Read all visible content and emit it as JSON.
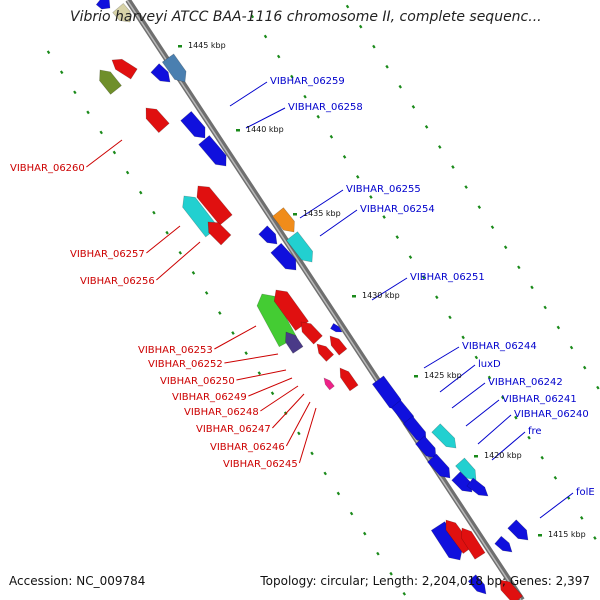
{
  "title": "Vibrio harveyi ATCC BAA-1116 chromosome II, complete sequenc...",
  "footer": {
    "accession": "Accession: NC_009784",
    "summary": "Topology: circular; Length: 2,204,018 bp; Genes: 2,397"
  },
  "colors": {
    "label_forward": "#0000cc",
    "label_reverse": "#cc0000",
    "backbone": "#8a8a8a",
    "ticks": "#1a8a1a"
  },
  "kbp_markers": [
    "1445 kbp",
    "1440 kbp",
    "1435 kbp",
    "1430 kbp",
    "1425 kbp",
    "1420 kbp",
    "1415 kbp"
  ],
  "gene_labels": {
    "forward": [
      "VIBHAR_06259",
      "VIBHAR_06258",
      "VIBHAR_06255",
      "VIBHAR_06254",
      "VIBHAR_06251",
      "VIBHAR_06244",
      "luxD",
      "VIBHAR_06242",
      "VIBHAR_06241",
      "VIBHAR_06240",
      "fre",
      "folE"
    ],
    "reverse": [
      "VIBHAR_06260",
      "VIBHAR_06257",
      "VIBHAR_06256",
      "VIBHAR_06253",
      "VIBHAR_06252",
      "VIBHAR_06250",
      "VIBHAR_06249",
      "VIBHAR_06248",
      "VIBHAR_06247",
      "VIBHAR_06246",
      "VIBHAR_06245"
    ]
  }
}
